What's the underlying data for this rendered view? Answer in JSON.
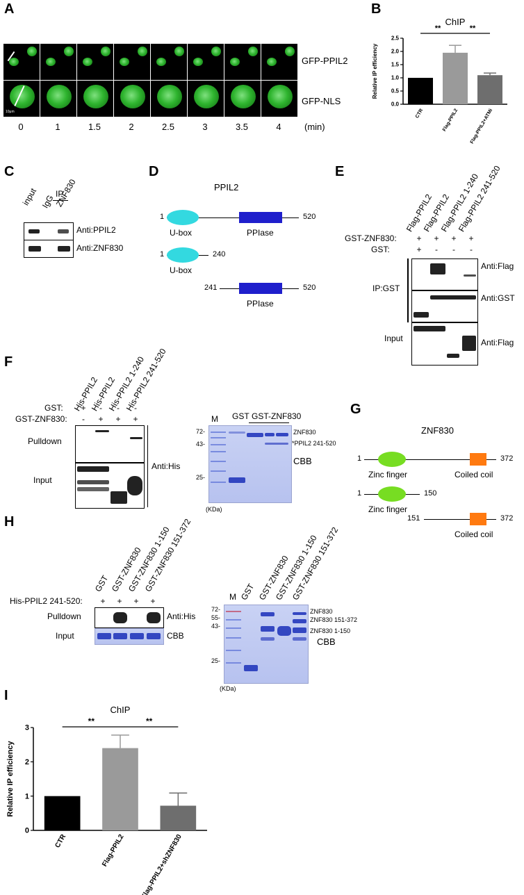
{
  "panels": {
    "A": "A",
    "B": "B",
    "C": "C",
    "D": "D",
    "E": "E",
    "F": "F",
    "G": "G",
    "H": "H",
    "I": "I"
  },
  "panelA": {
    "row_labels": [
      "GFP-PPIL2",
      "GFP-NLS"
    ],
    "time_points": [
      "0",
      "1",
      "1.5",
      "2",
      "2.5",
      "3",
      "3.5",
      "4"
    ],
    "time_unit": "(min)",
    "scale_bar": "10μm"
  },
  "panelC": {
    "ip": "IP",
    "lanes": [
      "input",
      "IgG",
      "ZNF830"
    ],
    "antibodies": [
      "Anti:PPIL2",
      "Anti:ZNF830"
    ]
  },
  "panelD": {
    "title": "PPIL2",
    "full": {
      "start": "1",
      "end": "520",
      "domain1": "U-box",
      "domain2": "PPIase"
    },
    "frag1": {
      "start": "1",
      "end": "240",
      "domain": "U-box"
    },
    "frag2": {
      "start": "241",
      "end": "520",
      "domain": "PPIase"
    },
    "colors": {
      "ubox": "#33d9e0",
      "ppiase": "#1f1fcc"
    }
  },
  "panelE": {
    "lanes": [
      "Flag-PPIL2",
      "Flag-PPIL2",
      "Flag-PPIL2 1-240",
      "Flag-PPIL2 241-520"
    ],
    "row1": {
      "label": "GST-ZNF830:",
      "signs": [
        "+",
        "+",
        "+",
        "+"
      ]
    },
    "row2": {
      "label": "GST:",
      "signs": [
        "+",
        "-",
        "-",
        "-"
      ]
    },
    "ip": "IP:GST",
    "input": "Input",
    "antibodies": [
      "Anti:Flag",
      "Anti:GST",
      "Anti:Flag"
    ]
  },
  "panelF": {
    "lanes": [
      "His-PPIL2",
      "His-PPIL2",
      "His-PPIL2 1-240",
      "His-PPIL2 241-520"
    ],
    "row1": {
      "label": "GST:",
      "signs": [
        "+",
        "-",
        "-",
        "-"
      ]
    },
    "row2": {
      "label": "GST-ZNF830:",
      "signs": [
        "-",
        "+",
        "+",
        "+"
      ]
    },
    "pulldown": "Pulldown",
    "input": "Input",
    "antibody": "Anti:His",
    "gel": {
      "lanes": [
        "M",
        "GST",
        "GST-ZNF830"
      ],
      "markers": [
        "72-",
        "43-",
        "25-"
      ],
      "unit": "(KDa)",
      "bands": [
        "ZNF830",
        "*PPIL2 241-520"
      ],
      "stain": "CBB"
    }
  },
  "panelG": {
    "title": "ZNF830",
    "full": {
      "start": "1",
      "end": "372",
      "domain1": "Zinc finger",
      "domain2": "Coiled coil"
    },
    "frag1": {
      "start": "1",
      "end": "150",
      "domain": "Zinc finger"
    },
    "frag2": {
      "start": "151",
      "end": "372",
      "domain": "Coiled coil"
    },
    "colors": {
      "zinc": "#77dd22",
      "coil": "#ff7a10"
    }
  },
  "panelH": {
    "lanes": [
      "GST",
      "GST-ZNF830",
      "GST-ZNF830 1-150",
      "GST-ZNF830 151-372"
    ],
    "row1": {
      "label": "His-PPIL2 241-520:",
      "signs": [
        "+",
        "+",
        "+",
        "+"
      ]
    },
    "pulldown": "Pulldown",
    "input": "Input",
    "antibodies": [
      "Anti:His",
      "CBB"
    ],
    "gel": {
      "lanes": [
        "M",
        "GST",
        "GST-ZNF830",
        "GST-ZNF830 1-150",
        "GST-ZNF830 151-372"
      ],
      "markers": [
        "72-",
        "55-",
        "43-",
        "25-"
      ],
      "unit": "(KDa)",
      "bands": [
        "ZNF830",
        "ZNF830 151-372",
        "ZNF830 1-150"
      ],
      "stain": "CBB"
    }
  },
  "chart_data": [
    {
      "type": "bar",
      "title": "ChIP",
      "ylabel": "Relative IP efficiency",
      "categories": [
        "CTR",
        "Flag-PPIL2",
        "Flag-PPIL2+ATMi"
      ],
      "values": [
        1.0,
        1.95,
        1.1
      ],
      "errors": [
        0,
        0.28,
        0.08
      ],
      "colors": [
        "#000000",
        "#9a9a9a",
        "#6e6e6e"
      ],
      "ylim": [
        0,
        2.5
      ],
      "yticks": [
        "0.0",
        "0.5",
        "1.0",
        "1.5",
        "2.0",
        "2.5"
      ],
      "significance": [
        "**",
        "**"
      ]
    },
    {
      "type": "bar",
      "title": "ChIP",
      "ylabel": "Relative IP efficiency",
      "categories": [
        "CTR",
        "Flag-PPIL2",
        "Flag-PPIL2+shZNF830"
      ],
      "values": [
        1.0,
        2.4,
        0.72
      ],
      "errors": [
        0,
        0.38,
        0.37
      ],
      "colors": [
        "#000000",
        "#9a9a9a",
        "#6e6e6e"
      ],
      "ylim": [
        0,
        3
      ],
      "yticks": [
        "0",
        "1",
        "2",
        "3"
      ],
      "significance": [
        "**",
        "**"
      ]
    }
  ]
}
